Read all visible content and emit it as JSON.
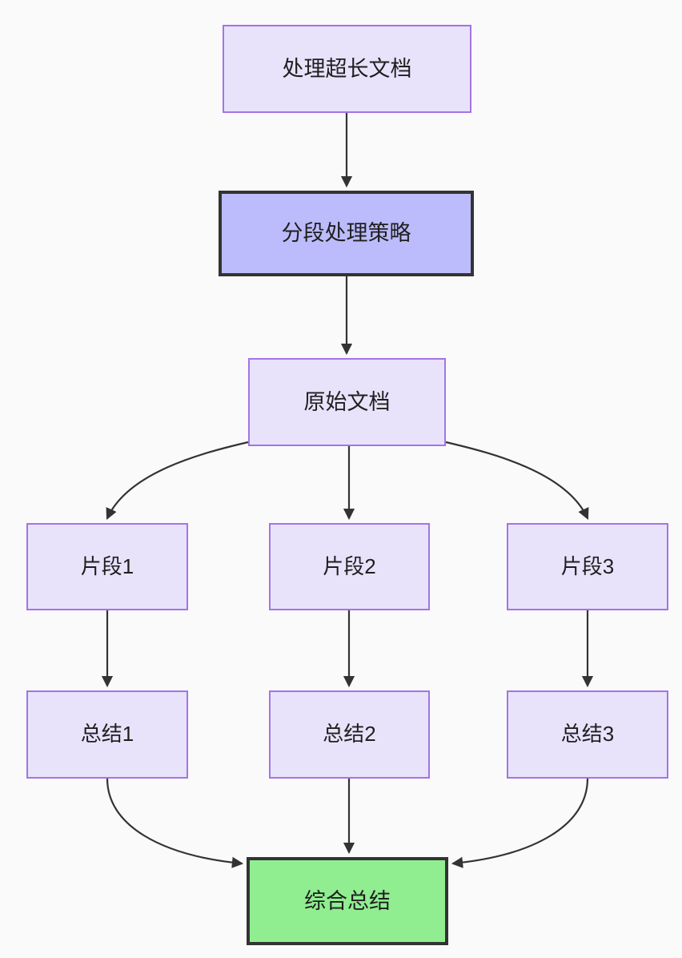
{
  "diagram": {
    "type": "flowchart",
    "direction": "top-down",
    "background_color": "#fafafa",
    "edge_color": "#333333",
    "nodes": [
      {
        "id": "source",
        "label": "处理超长文档",
        "style": "normal",
        "fill": "#e8e3fb",
        "border": "#a374e6"
      },
      {
        "id": "strategy",
        "label": "分段处理策略",
        "style": "highlight",
        "fill": "#bcbcfc",
        "border": "#333333"
      },
      {
        "id": "original",
        "label": "原始文档",
        "style": "normal",
        "fill": "#e8e3fb",
        "border": "#a374e6"
      },
      {
        "id": "chunk1",
        "label": "片段1",
        "style": "small",
        "fill": "#e8e3fb",
        "border": "#a374e6"
      },
      {
        "id": "chunk2",
        "label": "片段2",
        "style": "small",
        "fill": "#e8e3fb",
        "border": "#a374e6"
      },
      {
        "id": "chunk3",
        "label": "片段3",
        "style": "small",
        "fill": "#e8e3fb",
        "border": "#a374e6"
      },
      {
        "id": "summary1",
        "label": "总结1",
        "style": "small",
        "fill": "#e8e3fb",
        "border": "#a374e6"
      },
      {
        "id": "summary2",
        "label": "总结2",
        "style": "small",
        "fill": "#e8e3fb",
        "border": "#a374e6"
      },
      {
        "id": "summary3",
        "label": "总结3",
        "style": "small",
        "fill": "#e8e3fb",
        "border": "#a374e6"
      },
      {
        "id": "final",
        "label": "综合总结",
        "style": "final",
        "fill": "#90ee90",
        "border": "#333333"
      }
    ],
    "edges": [
      {
        "from": "source",
        "to": "strategy",
        "shape": "straight"
      },
      {
        "from": "strategy",
        "to": "original",
        "shape": "straight"
      },
      {
        "from": "original",
        "to": "chunk1",
        "shape": "curve"
      },
      {
        "from": "original",
        "to": "chunk2",
        "shape": "straight"
      },
      {
        "from": "original",
        "to": "chunk3",
        "shape": "curve"
      },
      {
        "from": "chunk1",
        "to": "summary1",
        "shape": "straight"
      },
      {
        "from": "chunk2",
        "to": "summary2",
        "shape": "straight"
      },
      {
        "from": "chunk3",
        "to": "summary3",
        "shape": "straight"
      },
      {
        "from": "summary1",
        "to": "final",
        "shape": "curve"
      },
      {
        "from": "summary2",
        "to": "final",
        "shape": "straight"
      },
      {
        "from": "summary3",
        "to": "final",
        "shape": "curve"
      }
    ]
  }
}
